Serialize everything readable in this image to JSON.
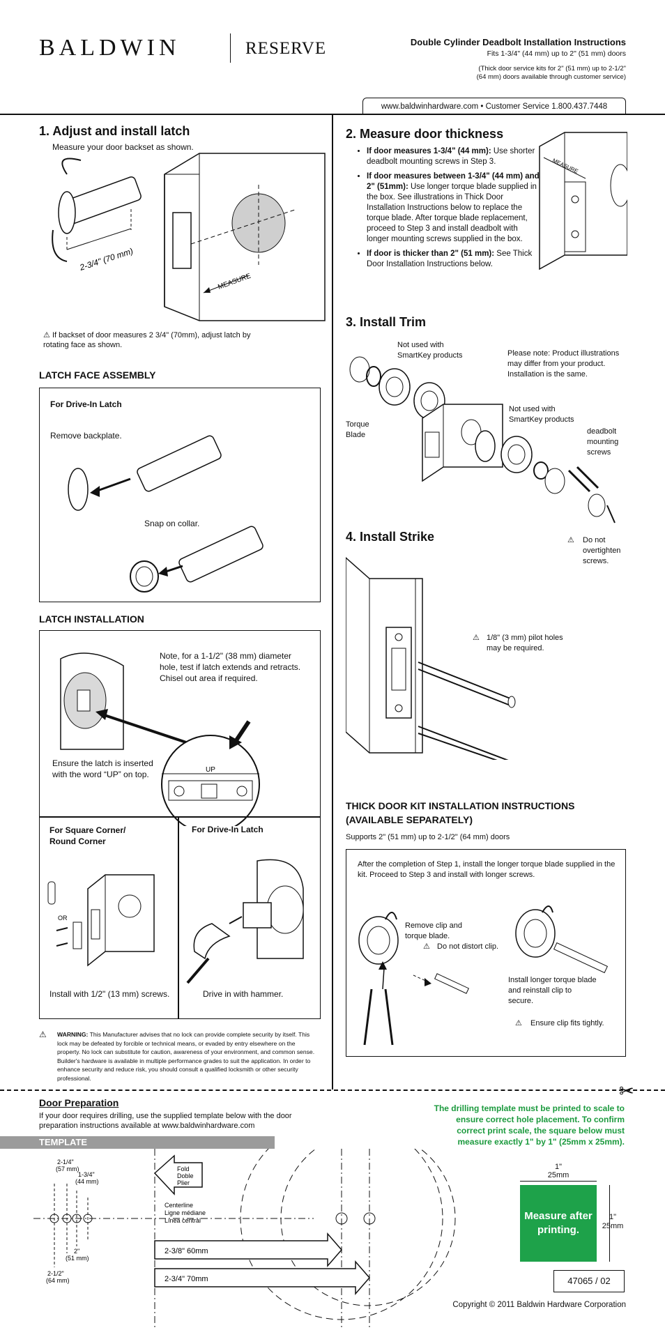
{
  "header": {
    "brand": "BALDWIN",
    "sub_brand": "RESERVE",
    "title": "Double Cylinder Deadbolt Installation Instructions",
    "fits": "Fits 1-3/4\" (44 mm) up to 2\" (51 mm) doors",
    "thick_note": "(Thick door service kits for 2\" (51 mm) up to 2-1/2\" (64 mm) doors available through customer service)",
    "website": "www.baldwinhardware.com • Customer Service 1.800.437.7448"
  },
  "step1": {
    "title": "1. Adjust and install latch",
    "instruction": "Measure your door backset as shown.",
    "measure_label": "MEASURE",
    "dimension": "2-3/4\" (70 mm)",
    "warning": "If backset of door measures 2 3/4\" (70mm), adjust latch by rotating face as shown."
  },
  "latch_face": {
    "title": "LATCH FACE ASSEMBLY",
    "drive_in": "For Drive-In Latch",
    "remove": "Remove backplate.",
    "snap": "Snap on collar."
  },
  "latch_install": {
    "title": "LATCH INSTALLATION",
    "note": "Note, for a 1-1/2\" (38 mm) diameter hole, test if latch extends and retracts. Chisel out area if required.",
    "up_label": "UP",
    "ensure": "Ensure the latch is inserted with the word “UP” on top.",
    "square_title": "For Square Corner/ Round Corner",
    "or_label": "OR",
    "drive_title": "For Drive-In Latch",
    "screws": "Install with 1/2\" (13 mm) screws.",
    "hammer": "Drive in with hammer."
  },
  "warning": {
    "label": "WARNING:",
    "text": "This Manufacturer advises that no lock can provide complete security by itself. This lock may be defeated by forcible or technical means, or evaded by entry elsewhere on the property. No lock can substitute for caution, awareness of your environment, and common sense. Builder's hardware is available in multiple performance grades to suit the application. In order to enhance security and reduce risk, you should consult a qualified locksmith or other security professional."
  },
  "step2": {
    "title": "2. Measure door thickness",
    "b1_bold": "If door measures 1-3/4\" (44 mm):",
    "b1": " Use shorter deadbolt mounting screws in Step 3.",
    "b2_bold": "If door measures between 1-3/4\" (44 mm) and 2\" (51mm):",
    "b2": " Use longer torque blade supplied in the box. See illustrations in Thick Door Installation Instructions below to replace the torque blade. After torque blade replacement, proceed to Step 3 and install deadbolt with longer mounting screws supplied in the box.",
    "b3_bold": "If door is thicker than 2\" (51 mm):",
    "b3": " See Thick Door Installation Instructions below.",
    "measure_label": "MEASURE"
  },
  "step3": {
    "title": "3. Install Trim",
    "not_used_1": "Not used with SmartKey products",
    "note": "Please note: Product illustrations may differ from your product. Installation is the same.",
    "not_used_2": "Not used with SmartKey products",
    "torque": "Torque Blade",
    "screws": "deadbolt mounting screws"
  },
  "step4": {
    "title": "4. Install Strike",
    "overtighten": "Do not overtighten screws.",
    "pilot": "1/8\" (3 mm) pilot holes may be required."
  },
  "thick_kit": {
    "title": "THICK DOOR KIT INSTALLATION INSTRUCTIONS (AVAILABLE SEPARATELY)",
    "supports": "Supports 2\" (51 mm) up to 2-1/2\" (64 mm) doors",
    "intro": "After the completion of Step 1, install the longer torque blade supplied in the kit. Proceed to Step 3 and install with longer screws.",
    "remove": "Remove clip and torque blade.",
    "distort": "Do not distort clip.",
    "install": "Install longer torque blade and reinstall clip to secure.",
    "ensure": "Ensure clip fits tightly."
  },
  "door_prep": {
    "title": "Door Preparation",
    "text": "If your door requires drilling, use the supplied template below with the door preparation instructions available at www.baldwinhardware.com",
    "template": "TEMPLATE",
    "print_note": "The drilling template must be printed to scale to ensure correct hole placement. To confirm correct print scale, the square below must measure exactly 1\" by 1\" (25mm x 25mm).",
    "d_214": "2-1/4\"",
    "d_214_mm": "(57 mm)",
    "d_134": "1-3/4\"",
    "d_134_mm": "(44 mm)",
    "d_2": "2\"",
    "d_2_mm": "(51 mm)",
    "d_212": "2-1/2\"",
    "d_212_mm": "(64 mm)",
    "fold": [
      "Fold",
      "Doble",
      "Plier"
    ],
    "centerline": [
      "Centerline",
      "Ligne médiane",
      "Línea central"
    ],
    "arrow_60": "2-3/8\" 60mm",
    "arrow_70": "2-3/4\" 70mm",
    "sq_top": "1\"",
    "sq_top_mm": "25mm",
    "sq_side": "1\"",
    "sq_side_mm": "25mm",
    "sq_text": "Measure after printing.",
    "code": "47065 / 02",
    "copyright": "Copyright © 2011 Baldwin Hardware Corporation"
  }
}
